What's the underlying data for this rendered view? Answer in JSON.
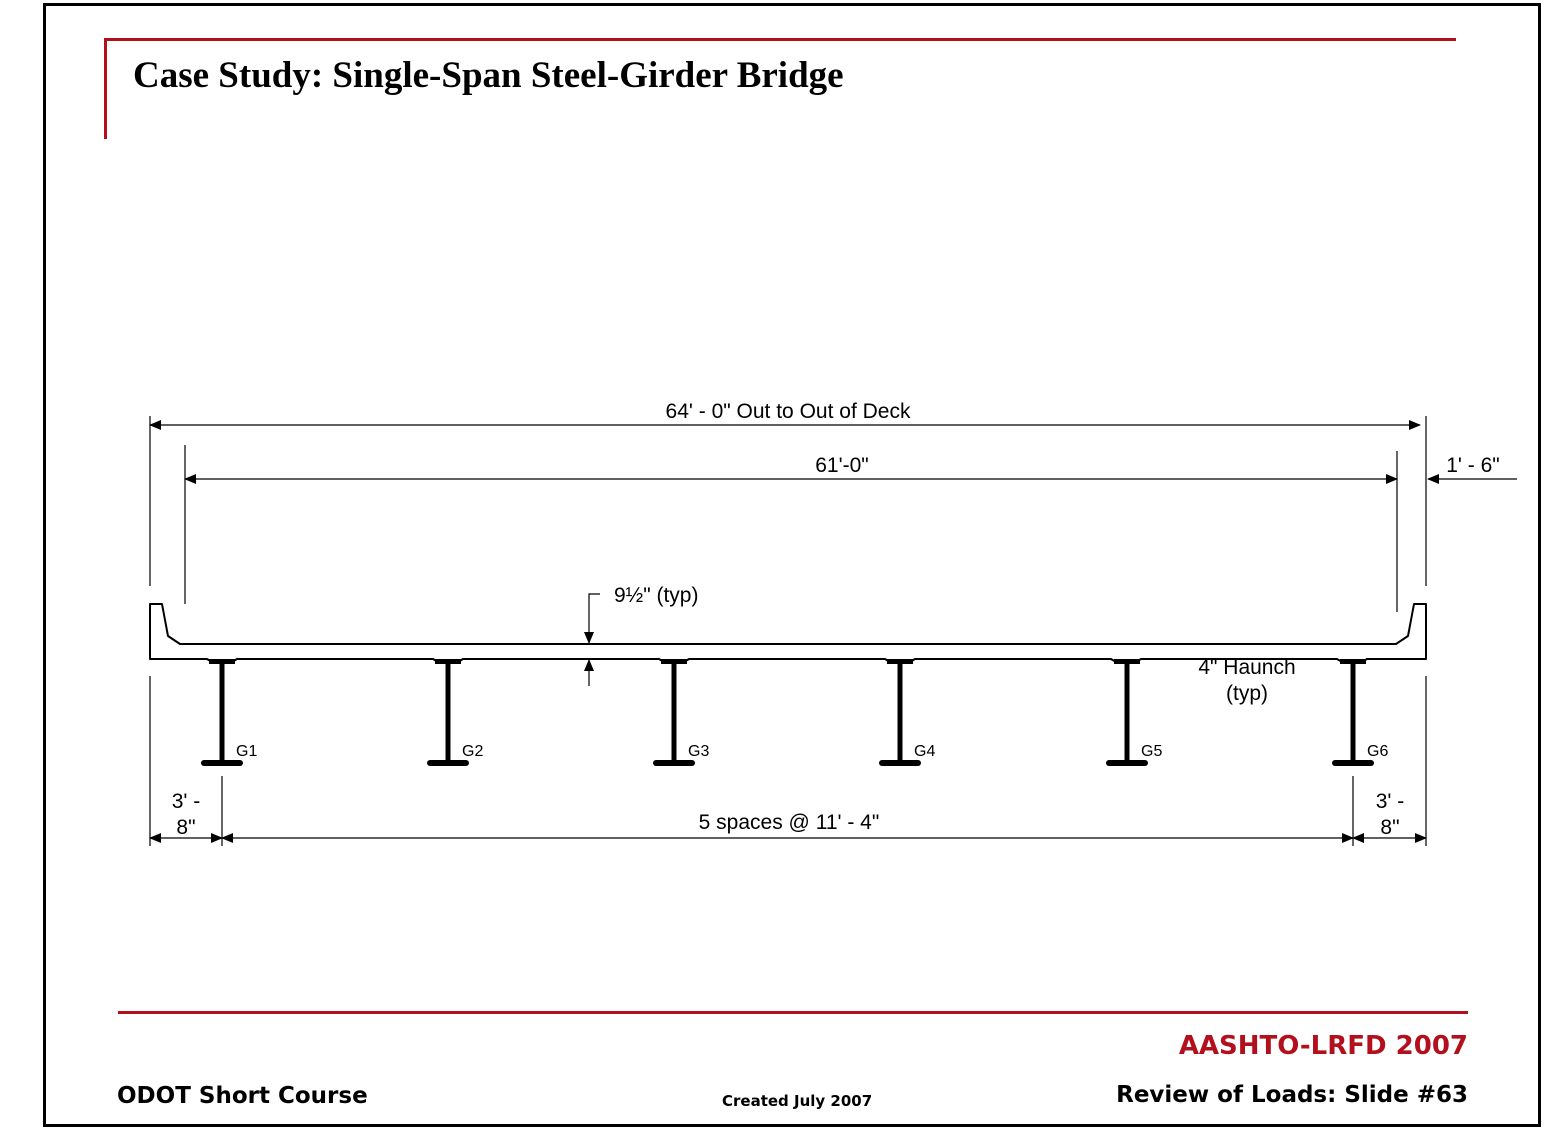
{
  "slide": {
    "title": "Case Study: Single-Span Steel-Girder Bridge",
    "accent_color": "#b2101d"
  },
  "diagram": {
    "dimensions": {
      "deck_width": "64' - 0\" Out to Out of Deck",
      "clear_width": "61'-0\"",
      "barrier_width": "1' - 6\"",
      "deck_thickness": "9½\" (typ)",
      "haunch_line1": "4\" Haunch",
      "haunch_line2": "(typ)",
      "overhang_left_line1": "3' -",
      "overhang_left_line2": "8\"",
      "overhang_right_line1": "3' -",
      "overhang_right_line2": "8\"",
      "girder_spacing": "5 spaces @ 11' - 4\""
    },
    "girders": [
      "G1",
      "G2",
      "G3",
      "G4",
      "G5",
      "G6"
    ]
  },
  "footer": {
    "course": "ODOT Short Course",
    "created": "Created July 2007",
    "standard": "AASHTO-LRFD 2007",
    "slide_ref": "Review of Loads: Slide #63"
  }
}
